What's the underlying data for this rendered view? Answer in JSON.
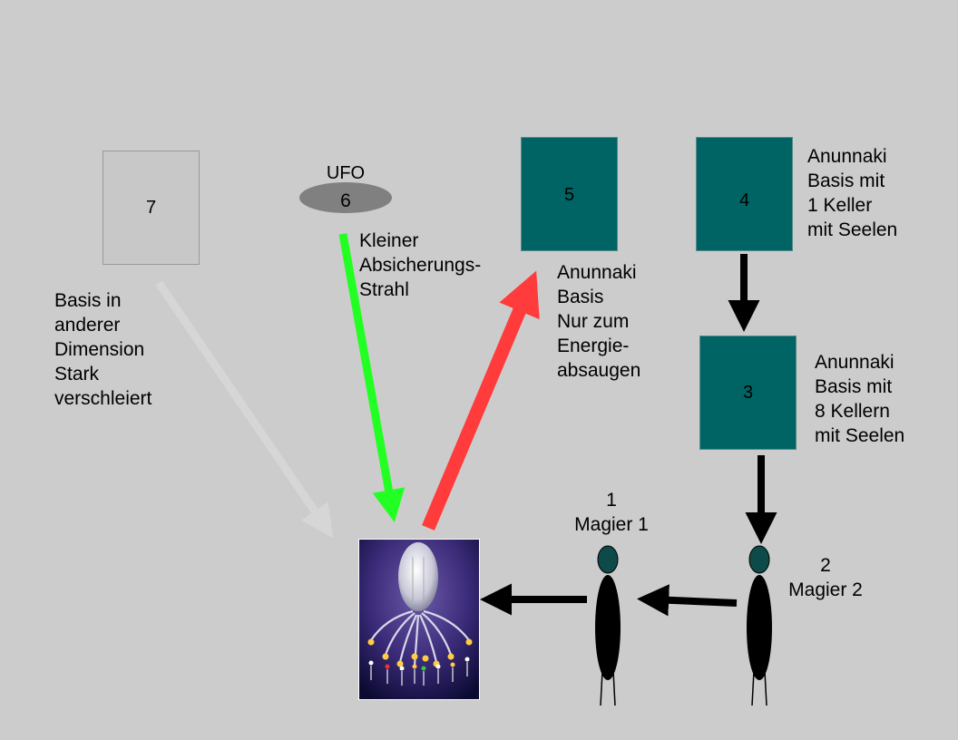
{
  "nodes": {
    "n7": {
      "label": "7"
    },
    "n6": {
      "label": "6",
      "caption": "UFO"
    },
    "n5": {
      "label": "5"
    },
    "n4": {
      "label": "4"
    },
    "n3": {
      "label": "3"
    }
  },
  "texts": {
    "base7": "Basis in\nanderer\nDimension\nStark\nverschleiert",
    "ray6": "Kleiner\nAbsicherungs-\nStrahl",
    "base5": "Anunnaki\nBasis\nNur zum\nEnergie-\nabsaugen",
    "base4": "Anunnaki\nBasis mit\n1 Keller\nmit Seelen",
    "base3": "Anunnaki\nBasis mit\n8 Kellern\nmit Seelen",
    "mage1": "1\nMagier 1",
    "mage2": "2\nMagier 2"
  },
  "colors": {
    "teal": "#006464",
    "green_arrow": "#22ff22",
    "red_arrow": "#ff3b3b",
    "grey_arrow": "#d6d6d6",
    "black_arrow": "#000000"
  },
  "icons": [
    "ufo-icon",
    "magician-figure-icon",
    "entity-illustration"
  ]
}
